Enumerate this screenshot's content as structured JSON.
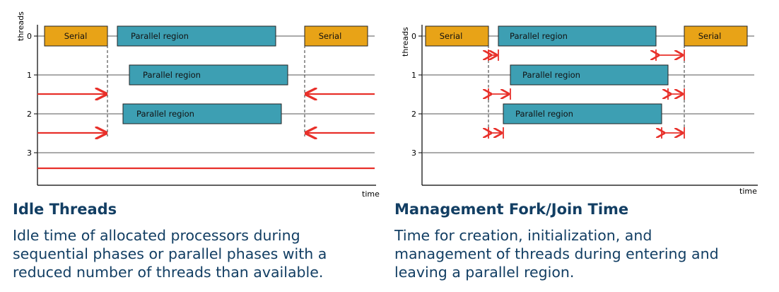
{
  "colors": {
    "serial": "#e8a317",
    "parallel": "#3d9fb3",
    "overhead": "#e8302a",
    "text": "#123e63"
  },
  "left": {
    "title": "Idle Threads",
    "description": [
      "Idle time of allocated processors during",
      "sequential phases or parallel phases with a",
      "reduced number of threads than available."
    ],
    "y_label": "threads",
    "x_label": "time",
    "thread_labels": [
      "0",
      "1",
      "2",
      "3"
    ],
    "box_serial_1": "Serial",
    "box_parallel_0": "Parallel region",
    "box_serial_2": "Serial",
    "box_parallel_1": "Parallel region",
    "box_parallel_2": "Parallel region"
  },
  "right": {
    "title": "Management Fork/Join Time",
    "description": [
      "Time for creation, initialization, and",
      "management of threads during entering and",
      "leaving a parallel region."
    ],
    "y_label": "threads",
    "x_label": "time",
    "thread_labels": [
      "0",
      "1",
      "2",
      "3"
    ],
    "box_serial_1": "Serial",
    "box_parallel_0": "Parallel region",
    "box_serial_2": "Serial",
    "box_parallel_1": "Parallel region",
    "box_parallel_2": "Parallel region"
  }
}
